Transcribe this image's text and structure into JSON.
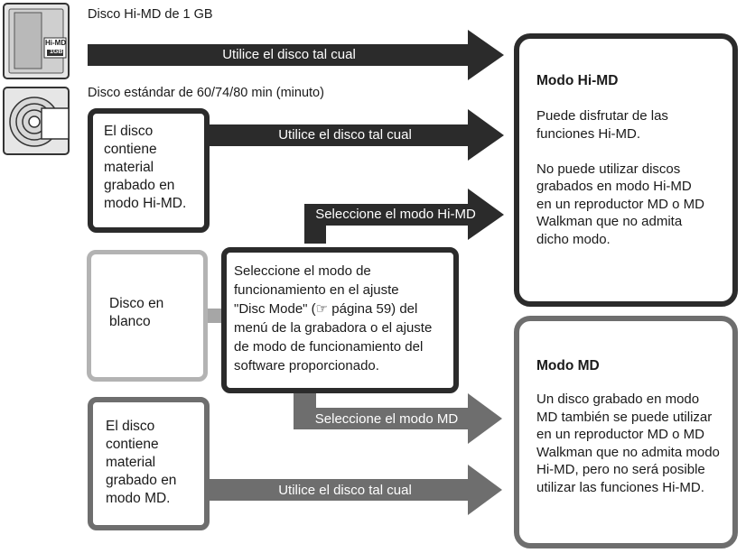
{
  "hi_md_disc": {
    "caption": "Disco Hi-MD de 1 GB",
    "icon_badge_line1": "Hi-MD",
    "icon_badge_line2": "1GB",
    "arrow_label": "Utilice el disco tal cual"
  },
  "standard_disc": {
    "caption": "Disco estándar de 60/74/80 min (minuto)",
    "recorded_hi_md": {
      "box_text": "El disco\ncontiene\nmaterial\ngrabado en\nmodo Hi-MD.",
      "arrow_label": "Utilice el disco tal cual"
    },
    "blank": {
      "box_text": "Disco en\nblanco"
    },
    "select_box_text": "Seleccione el modo de\nfuncionamiento en el ajuste\n\"Disc Mode\" (☞ página 59) del\nmenú de la grabadora o el ajuste\nde modo de funcionamiento del\nsoftware proporcionado.",
    "select_hi_md_label": "Seleccione el modo Hi-MD",
    "select_md_label": "Seleccione el modo MD",
    "recorded_md": {
      "box_text": "El disco\ncontiene\nmaterial\ngrabado en\nmodo MD.",
      "arrow_label": "Utilice el disco tal cual"
    }
  },
  "modes": {
    "hi_md": {
      "title": "Modo Hi-MD",
      "body": "Puede disfrutar de las\nfunciones Hi-MD.\n\nNo puede utilizar discos\ngrabados en modo Hi-MD\nen un reproductor MD o MD\nWalkman que no admita\ndicho modo."
    },
    "md": {
      "title": "Modo MD",
      "body": "Un disco grabado en modo\nMD también se puede utilizar\nen un reproductor MD o MD\nWalkman que no admita modo\nHi-MD, pero no será posible\nutilizar las funciones Hi-MD."
    }
  },
  "colors": {
    "dark_arrow": "#2b2b2b",
    "mid_arrow": "#6e6e6e",
    "light_border": "#b3b3b3",
    "dark_border": "#2b2b2b"
  }
}
